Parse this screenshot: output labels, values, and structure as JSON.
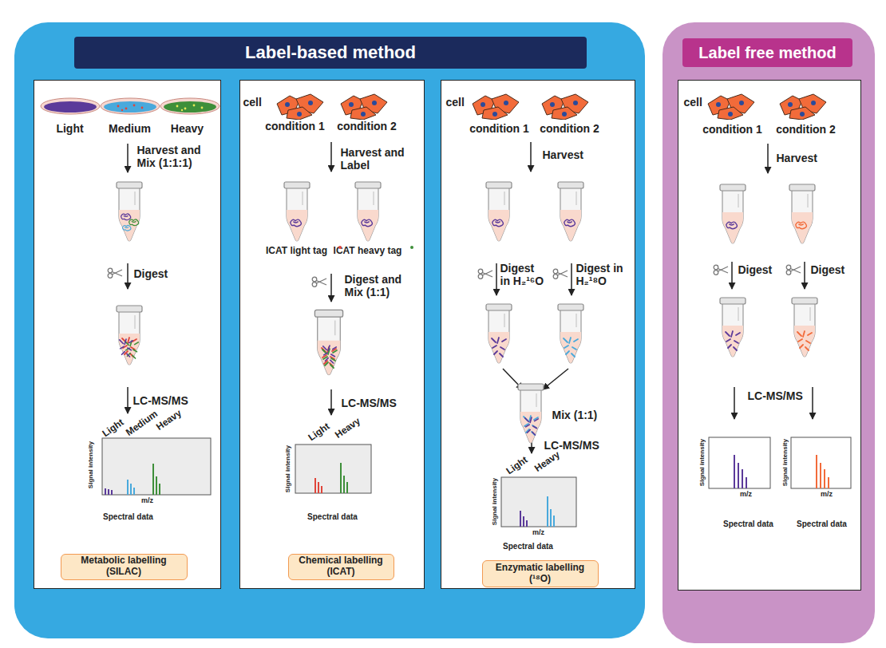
{
  "diagram": {
    "nodes": [
      {
        "text": [
          "Label-based method"
        ]
      },
      {
        "text": [
          "Light",
          "Medium",
          "Heavy",
          "Harvest and Mix (1:1:1)",
          "Digest",
          "LC-MS/MS",
          "Light",
          "Medium",
          "Heavy",
          "Signal intensity",
          "m/z",
          "Spectral data"
        ],
        "in": 0
      },
      {
        "text": [
          "Metabolic labelling (SILAC)"
        ],
        "in": 1
      },
      {
        "text": [
          "cell",
          "condition 1",
          "condition 2",
          "Harvest and Label",
          "ICAT light tag",
          "ICAT heavy tag",
          "Digest and Mix (1:1)",
          "C",
          "LC-MS/MS",
          "Light",
          "Heavy",
          "Signal intensity",
          "Spectral data"
        ],
        "in": 0
      },
      {
        "text": [
          "Chemical labelling (ICAT)"
        ],
        "in": 3
      },
      {
        "text": [
          "cell",
          "condition 1",
          "condition 2",
          "Harvest",
          "Digest in H₂¹⁶O",
          "Digest in H₂¹⁸O",
          "Mix (1:1)",
          "LC-MS/MS",
          "Light",
          "Heavy",
          "Signal intensity",
          "m/z",
          "Spectral data"
        ],
        "in": 0
      },
      {
        "text": [
          "Enzymatic labelling (¹⁸O)"
        ],
        "in": 5
      },
      {
        "text": [
          "Label free method"
        ]
      },
      {
        "text": [
          "cell",
          "condition 1",
          "condition 2",
          "Harvest",
          "Digest",
          "Digest",
          "LC-MS/MS",
          "Signal intensity",
          "m/z",
          "Signal intensity",
          "m/z",
          "Spectral data",
          "Spectral data"
        ],
        "in": 7
      }
    ]
  }
}
